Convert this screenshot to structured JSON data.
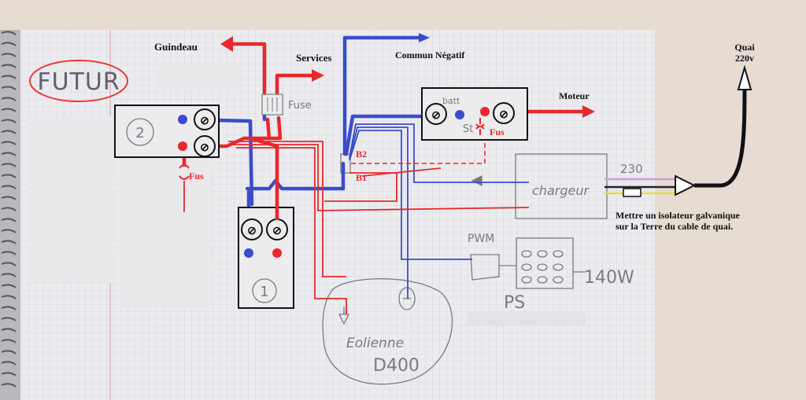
{
  "labels": {
    "futur": "FUTUR",
    "guindeau": "Guindeau",
    "services": "Services",
    "commun_negatif": "Commun Négatif",
    "moteur": "Moteur",
    "quai": "Quai",
    "quai_voltage": "220v",
    "fuse_top": "Fuse",
    "fus_left": "Fus",
    "fus_right": "Fus",
    "b2": "B2",
    "b1": "B1",
    "batt_label": "batt",
    "start_label": "St",
    "chargeur": "chargeur",
    "v230": "230",
    "isolator_line1": "Mettre un isolateur galvanique",
    "isolator_line2": "sur la Terre du cable de quai.",
    "pwm": "PWM",
    "ps": "PS",
    "watt": "140W",
    "eolienne_line1": "Eolienne",
    "eolienne_line2": "D400",
    "battery_2": "2",
    "battery_1": "1"
  },
  "colors": {
    "positive": "#e8282c",
    "negative": "#3a4ccb",
    "pencil": "#7a7a80",
    "paper": "#ecebee",
    "background": "#e6dcd2"
  }
}
